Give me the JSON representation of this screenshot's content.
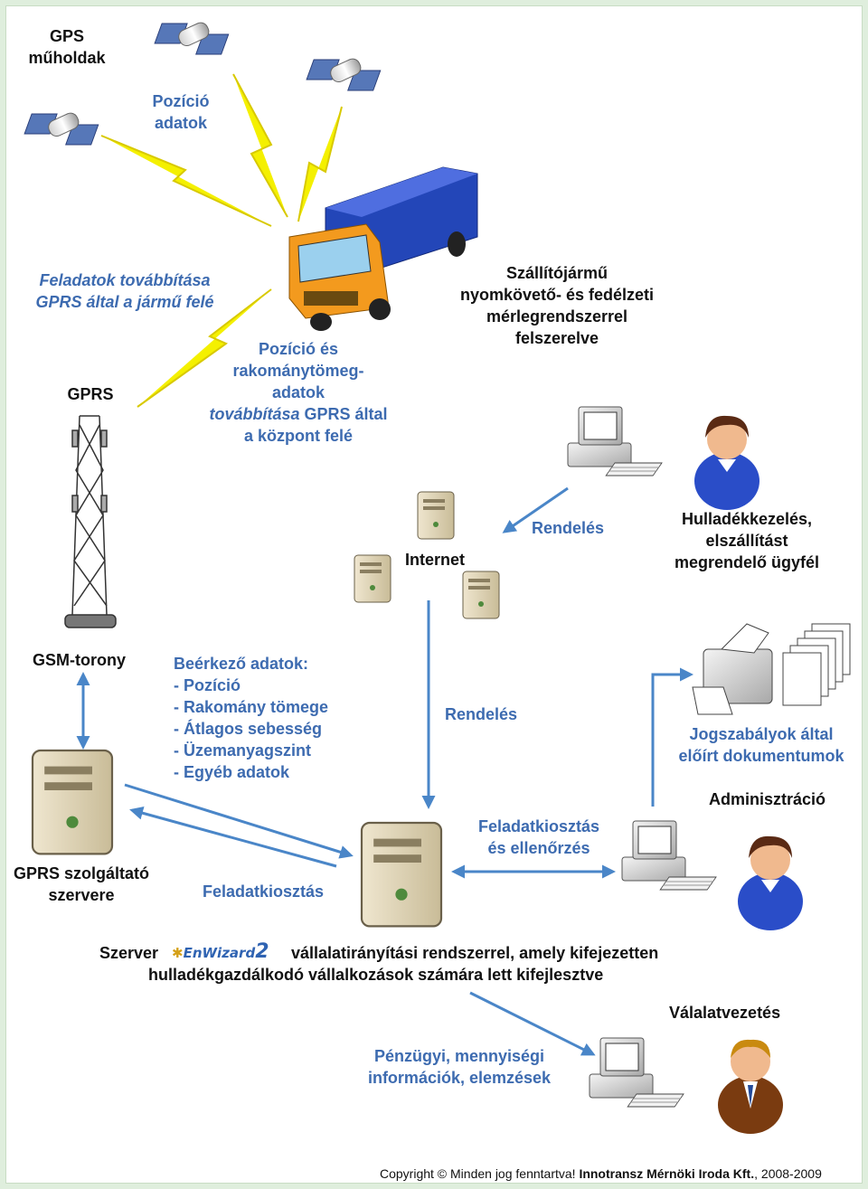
{
  "labels": {
    "gps_satellites": [
      "GPS",
      "műholdak"
    ],
    "position_data": [
      "Pozíció",
      "adatok"
    ],
    "tasks_forward": [
      "Feladatok továbbítása",
      "GPRS által a jármű felé"
    ],
    "vehicle": [
      "Szállítójármű",
      "nyomkövető- és fedélzeti",
      "mérlegrendszerrel",
      "felszerelve"
    ],
    "position_payload": [
      "Pozíció és",
      "rakománytömeg-",
      "adatok"
    ],
    "position_payload_forward_italic": "továbbítása",
    "position_payload_forward_rest": " GPRS által",
    "position_payload_last": "a központ felé",
    "gprs": "GPRS",
    "customer": [
      "Hulladékkezelés,",
      "elszállítást",
      "megrendelő ügyfél"
    ],
    "order_top": "Rendelés",
    "internet": "Internet",
    "gsm_tower": "GSM-torony",
    "incoming_title": "Beérkező adatok:",
    "incoming_items": [
      "- Pozíció",
      "- Rakomány tömege",
      "- Átlagos sebesség",
      "- Üzemanyagszint",
      "- Egyéb adatok"
    ],
    "order_middle": "Rendelés",
    "legal_docs": [
      "Jogszabályok által",
      "előírt dokumentumok"
    ],
    "administration": "Adminisztráció",
    "task_assign_control": [
      "Feladatkiosztás",
      "és ellenőrzés"
    ],
    "gprs_provider": [
      "GPRS szolgáltató",
      "szervere"
    ],
    "task_assign": "Feladatkiosztás",
    "server_prefix": "Szerver",
    "logo_text": "EnWizard",
    "logo_number": "2",
    "server_line1": "vállalatirányítási rendszerrel, amely kifejezetten",
    "server_line2": "hulladékgazdálkodó vállalkozások számára lett kifejlesztve",
    "management": "Válalatvezetés",
    "finance": [
      "Pénzügyi, mennyiségi",
      "információk, elemzések"
    ]
  },
  "copyright": {
    "prefix": "Copyright © Minden jog fenntartva! ",
    "company": "Innotransz Mérnöki Iroda Kft.",
    "years": ", 2008-2009"
  },
  "colors": {
    "label_blue": "#3d6bb0",
    "arrow_blue": "#4a86c8",
    "lightning_yellow": "#f4f000",
    "truck_cab_orange": "#f39a1e",
    "truck_box_blue": "#2346b8"
  }
}
